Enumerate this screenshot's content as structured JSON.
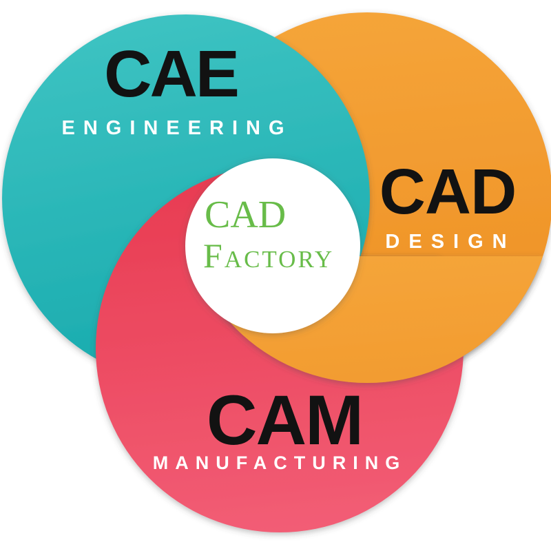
{
  "diagram": {
    "background": "#ffffff",
    "center": {
      "line1": "CAD",
      "line2": "Factory",
      "text_color": "#68bc49",
      "circle_color": "#ffffff"
    },
    "circles": [
      {
        "id": "cae",
        "acronym": "CAE",
        "label": "ENGINEERING",
        "color": "#19abae",
        "color_light": "#3fc4c3",
        "acronym_color": "#121212",
        "label_color": "#ffffff"
      },
      {
        "id": "cad",
        "acronym": "CAD",
        "label": "DESIGN",
        "color": "#ee8f23",
        "color_light": "#f5a53a",
        "acronym_color": "#121212",
        "label_color": "#ffffff"
      },
      {
        "id": "cam",
        "acronym": "CAM",
        "label": "MANUFACTURING",
        "color": "#f25d75",
        "color_light": "#e83b51",
        "acronym_color": "#121212",
        "label_color": "#ffffff"
      }
    ]
  }
}
